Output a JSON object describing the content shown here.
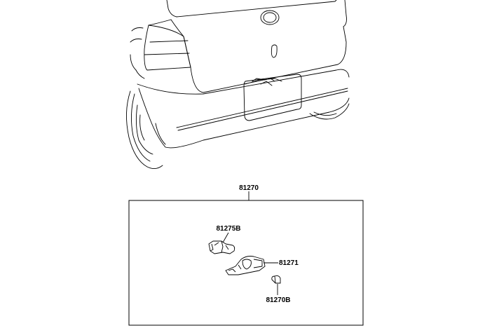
{
  "parts": {
    "assembly": "81270",
    "socket": "81275B",
    "lamp_housing": "81271",
    "bulb": "81270B"
  }
}
